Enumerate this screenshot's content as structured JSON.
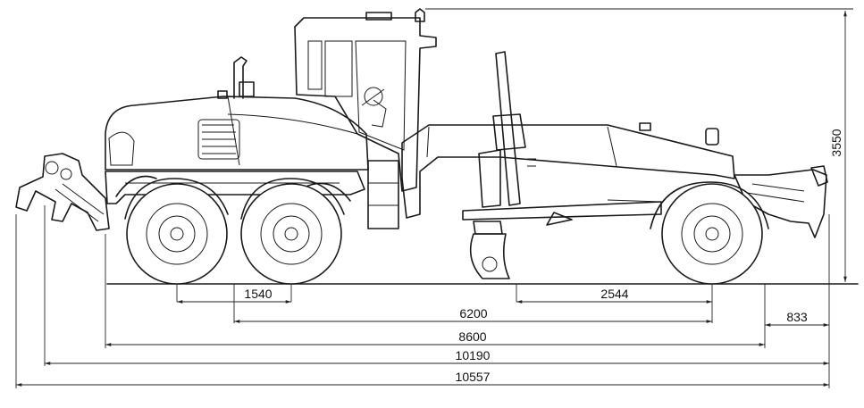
{
  "drawing": {
    "dimensions": {
      "height": "3550",
      "tandem_axle_spacing": "1540",
      "wheelbase_to_tandem_center": "6200",
      "blade_to_front_axle": "2544",
      "front_overhang": "833",
      "wheelbase_frame": "8600",
      "length_without_ripper": "10190",
      "overall_length": "10557"
    }
  }
}
